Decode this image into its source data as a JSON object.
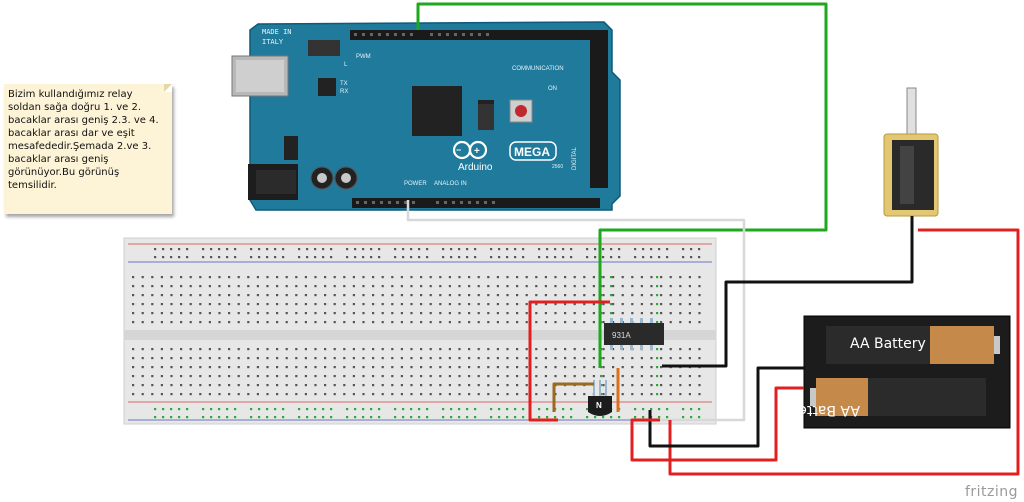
{
  "note": {
    "text": "Bizim kullandığımız relay soldan sağa doğru 1. ve 2. bacaklar arası geniş 2.3. ve 4. bacaklar arası dar ve eşit mesafededir.Şemada 2.ve 3. bacaklar arası geniş görünüyor.Bu görünüş temsilidir."
  },
  "arduino": {
    "made_in": "MADE IN",
    "italy": "ITALY",
    "brand": "Arduino",
    "model": "MEGA",
    "model_suffix": "2560",
    "pwm": "PWM",
    "communication": "COMMUNICATION",
    "power": "POWER",
    "analog_in": "ANALOG IN",
    "digital": "DIGITAL",
    "led_l": "L",
    "led_tx": "TX",
    "led_rx": "RX",
    "led_on": "ON"
  },
  "ic_label": "931A",
  "transistor_label": "N",
  "battery": {
    "top_label": "AA Battery",
    "bottom_label": "AA Battery"
  },
  "footer": {
    "brand": "fritzing"
  },
  "colors": {
    "board": "#1f7a9c",
    "wire_green": "#1ea81e",
    "wire_red": "#e02020",
    "wire_black": "#111111",
    "wire_white": "#d8d8d8",
    "wire_orange": "#d87020",
    "wire_brown": "#9a6a20",
    "breadboard": "#e7e7e7",
    "note_bg": "#fdf3d6"
  }
}
